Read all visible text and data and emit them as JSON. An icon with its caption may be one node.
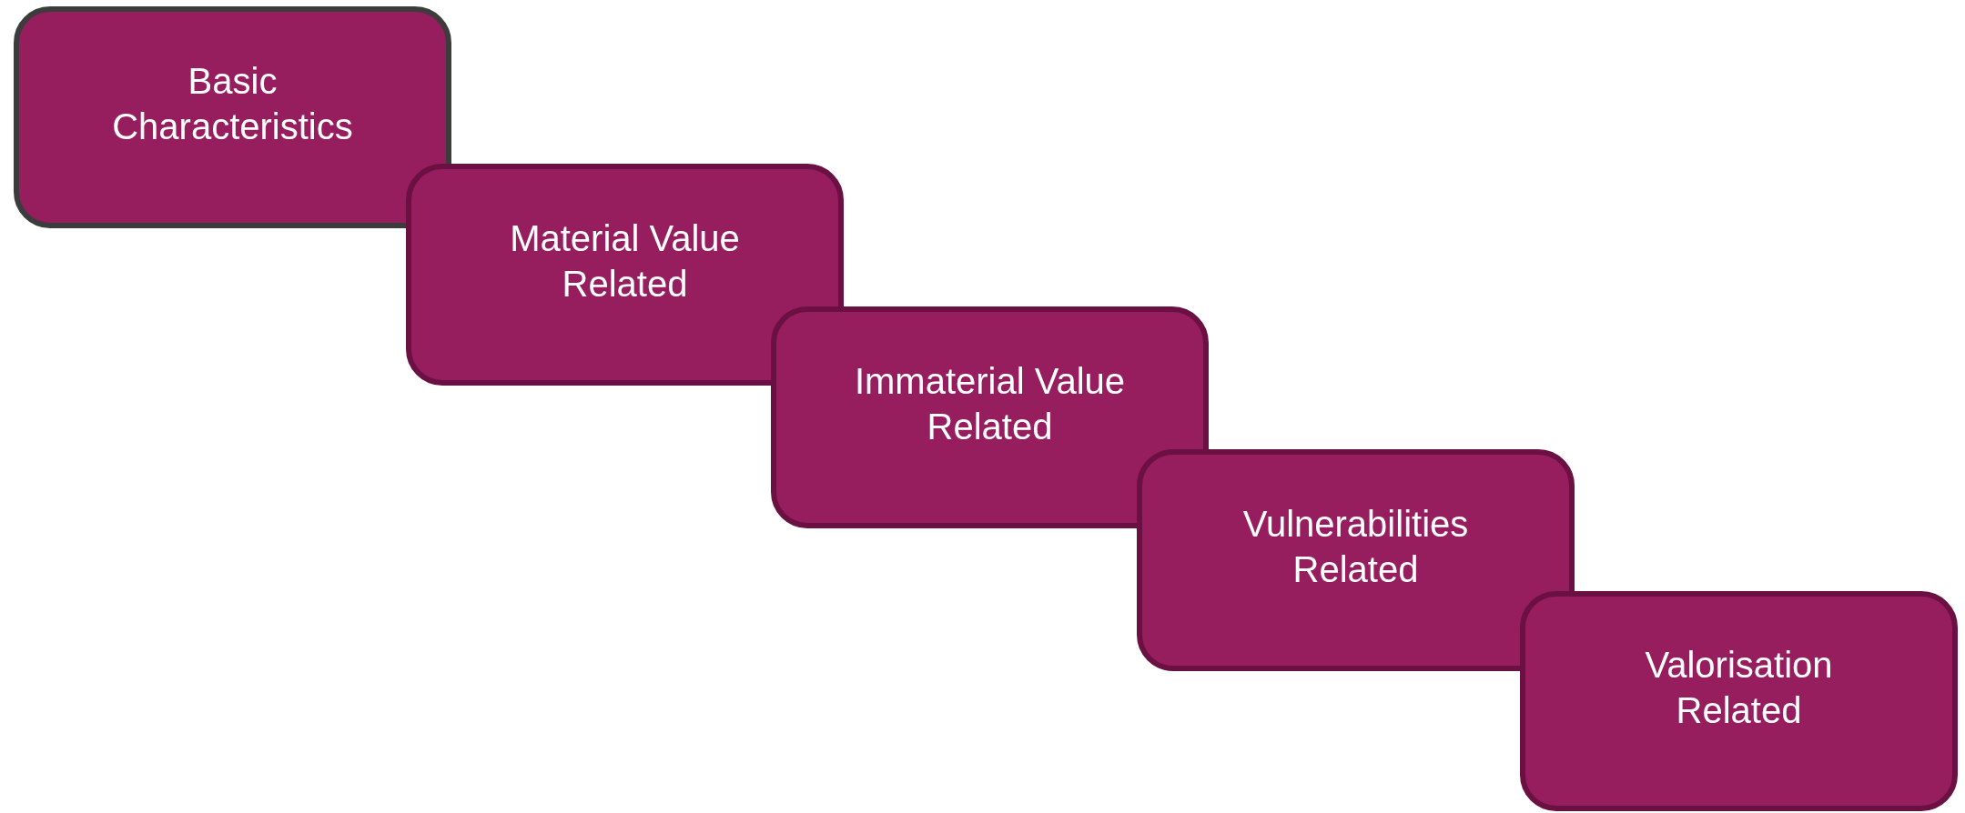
{
  "diagram": {
    "nodes": [
      {
        "text": [
          "Basic Characteristics"
        ]
      },
      {
        "text": [
          "Material Value Related"
        ]
      },
      {
        "text": [
          "Immaterial Value Related"
        ]
      },
      {
        "text": [
          "Vulnerabilities Related"
        ]
      },
      {
        "text": [
          "Valorisation Related"
        ]
      }
    ]
  }
}
